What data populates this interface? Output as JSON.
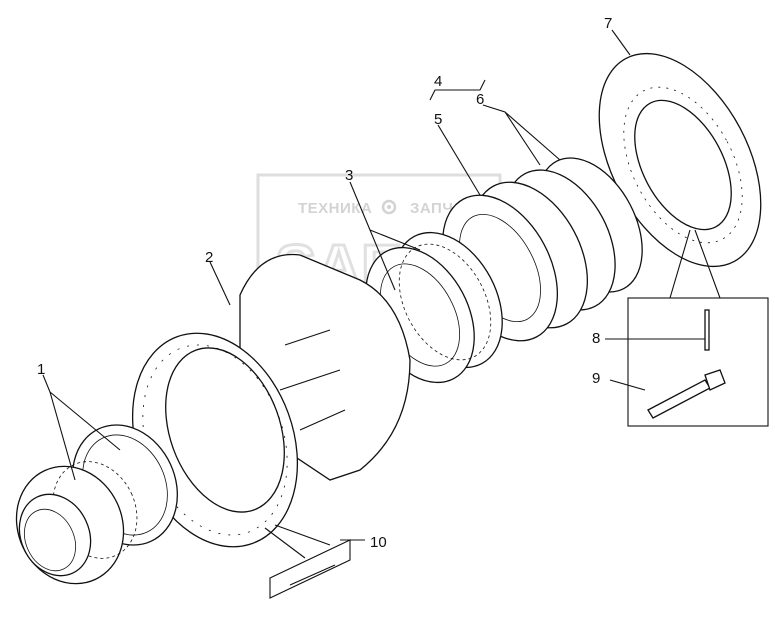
{
  "watermark": {
    "left_text": "ТЕХНИКА",
    "right_text": "ЗАПЧАСТИ"
  },
  "callouts": [
    "1",
    "2",
    "3",
    "4",
    "5",
    "6",
    "7",
    "8",
    "9",
    "10"
  ],
  "colors": {
    "line": "#111111",
    "watermark": "#c9c9c9",
    "background": "#ffffff"
  }
}
